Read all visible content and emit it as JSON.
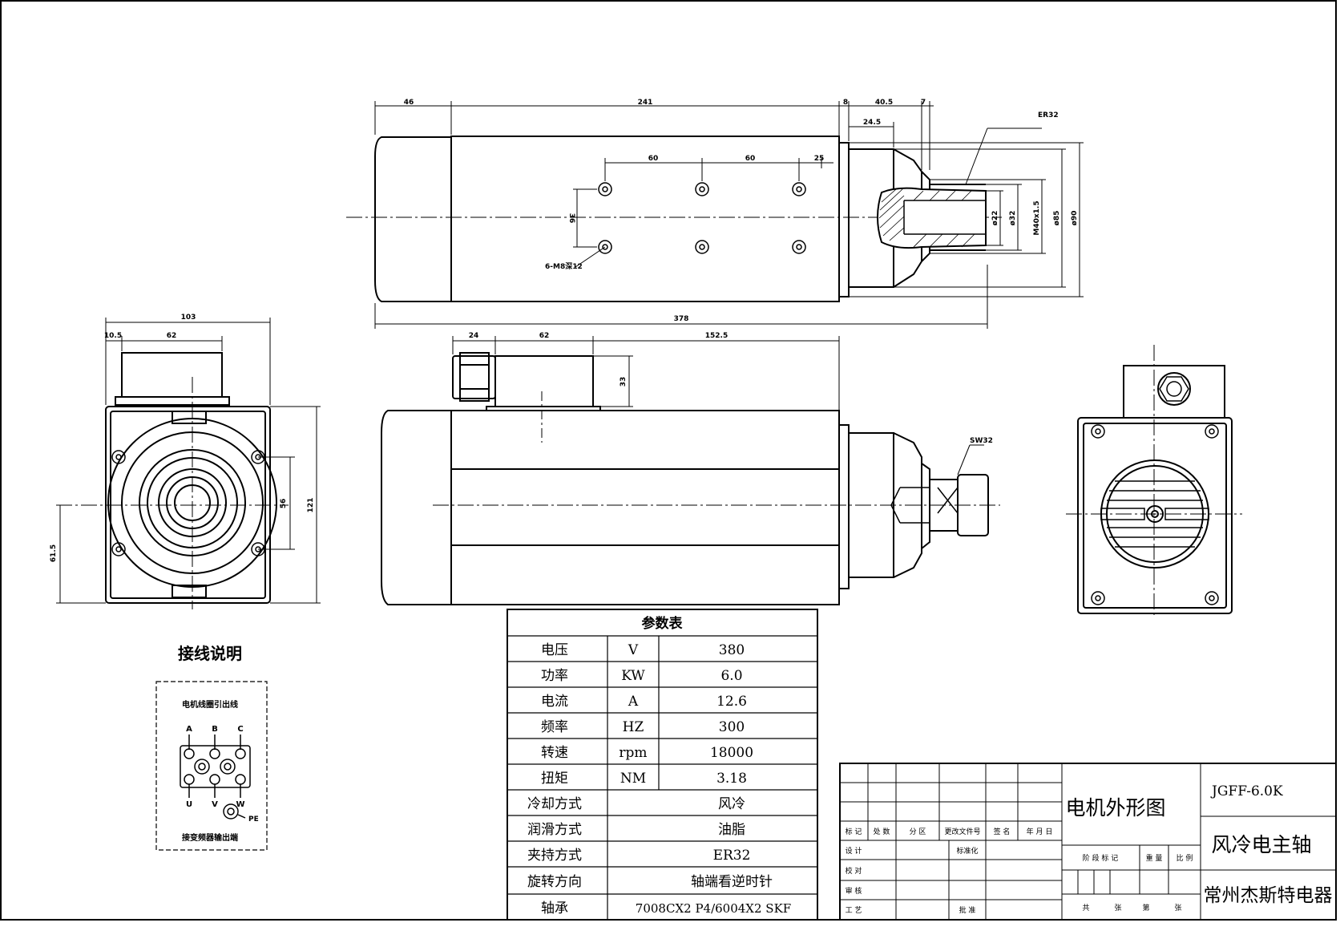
{
  "top_view": {
    "dims": [
      "46",
      "241",
      "8",
      "40.5",
      "7",
      "24.5",
      "60",
      "60",
      "25",
      "36",
      "378"
    ],
    "hole_label": "6-M8深12",
    "collet_label": "ER32",
    "diameters": [
      "ø22",
      "ø32",
      "M40x1.5",
      "ø85",
      "ø90"
    ]
  },
  "front_view": {
    "dims": [
      "24",
      "62",
      "152.5",
      "33"
    ],
    "nut_label": "SW32"
  },
  "end_view": {
    "dims": [
      "103",
      "10.5",
      "62",
      "56",
      "121",
      "61.5"
    ]
  },
  "wiring": {
    "title": "接线说明",
    "box_title": "电机线圈引出线",
    "top_labels": [
      "A",
      "B",
      "C"
    ],
    "bottom_labels": [
      "U",
      "V",
      "W"
    ],
    "pe_label": "PE",
    "footer": "接变频器输出端"
  },
  "params": {
    "title": "参数表",
    "rows": [
      {
        "name": "电压",
        "unit": "V",
        "value": "380"
      },
      {
        "name": "功率",
        "unit": "KW",
        "value": "6.0"
      },
      {
        "name": "电流",
        "unit": "A",
        "value": "12.6"
      },
      {
        "name": "频率",
        "unit": "HZ",
        "value": "300"
      },
      {
        "name": "转速",
        "unit": "rpm",
        "value": "18000"
      },
      {
        "name": "扭矩",
        "unit": "NM",
        "value": "3.18"
      },
      {
        "name": "冷却方式",
        "unit": "",
        "value": "风冷"
      },
      {
        "name": "润滑方式",
        "unit": "",
        "value": "油脂"
      },
      {
        "name": "夹持方式",
        "unit": "",
        "value": "ER32"
      },
      {
        "name": "旋转方向",
        "unit": "",
        "value": "轴端看逆时针"
      },
      {
        "name": "轴承",
        "unit": "",
        "value": "7008CX2 P4/6004X2 SKF"
      }
    ]
  },
  "title_block": {
    "row_labels": [
      "标 记",
      "处 数",
      "分 区",
      "更改文件号",
      "签 名",
      "年 月 日"
    ],
    "left_labels": [
      "设 计",
      "校 对",
      "审 核",
      "工 艺"
    ],
    "std_label": "标准化",
    "approve_label": "批 准",
    "stage_labels": [
      "阶 段 标 记",
      "重 量",
      "比 例"
    ],
    "sheet_labels": [
      "共",
      "张",
      "第",
      "张"
    ],
    "drawing_name": "电机外形图",
    "code": "JGFF-6.0K",
    "product": "风冷电主轴",
    "company": "常州杰斯特电器"
  }
}
